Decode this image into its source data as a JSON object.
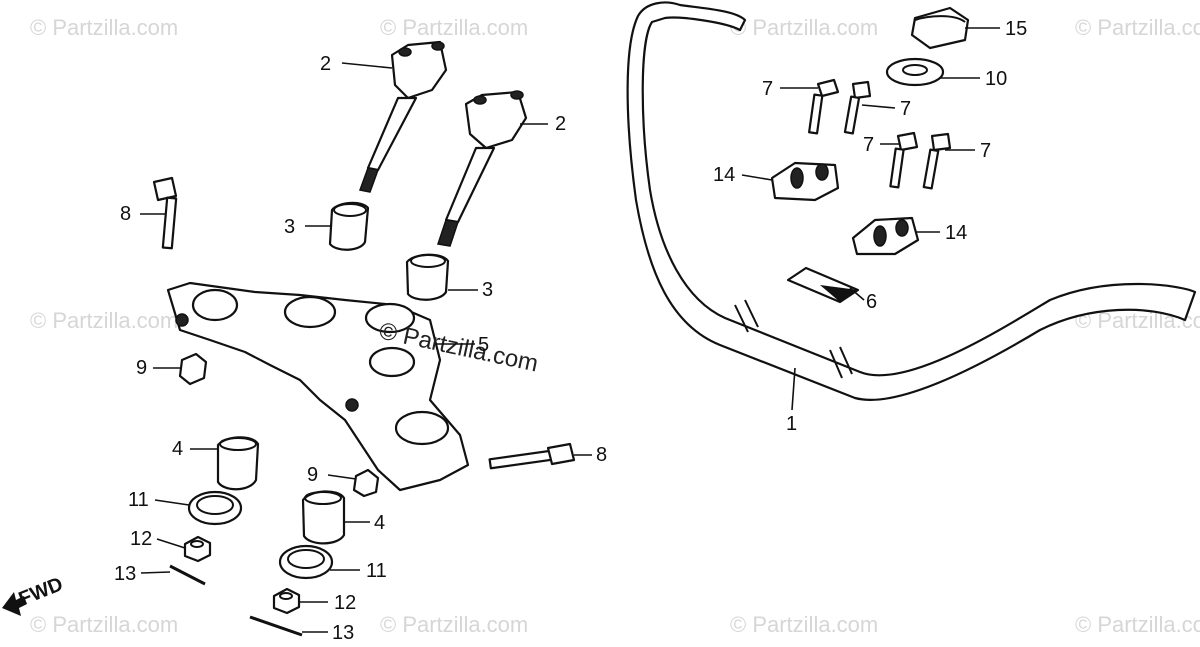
{
  "watermark": {
    "small_text": "© Partzilla.com",
    "center_text": "© Partzilla.com"
  },
  "fwd_label": "FWD",
  "callouts": {
    "c1": "1",
    "c2a": "2",
    "c2b": "2",
    "c3a": "3",
    "c3b": "3",
    "c4a": "4",
    "c4b": "4",
    "c5": "5",
    "c6": "6",
    "c7a": "7",
    "c7b": "7",
    "c7c": "7",
    "c7d": "7",
    "c8a": "8",
    "c8b": "8",
    "c9a": "9",
    "c9b": "9",
    "c10": "10",
    "c11a": "11",
    "c11b": "11",
    "c12a": "12",
    "c12b": "12",
    "c13a": "13",
    "c13b": "13",
    "c14a": "14",
    "c14b": "14",
    "c15": "15"
  }
}
